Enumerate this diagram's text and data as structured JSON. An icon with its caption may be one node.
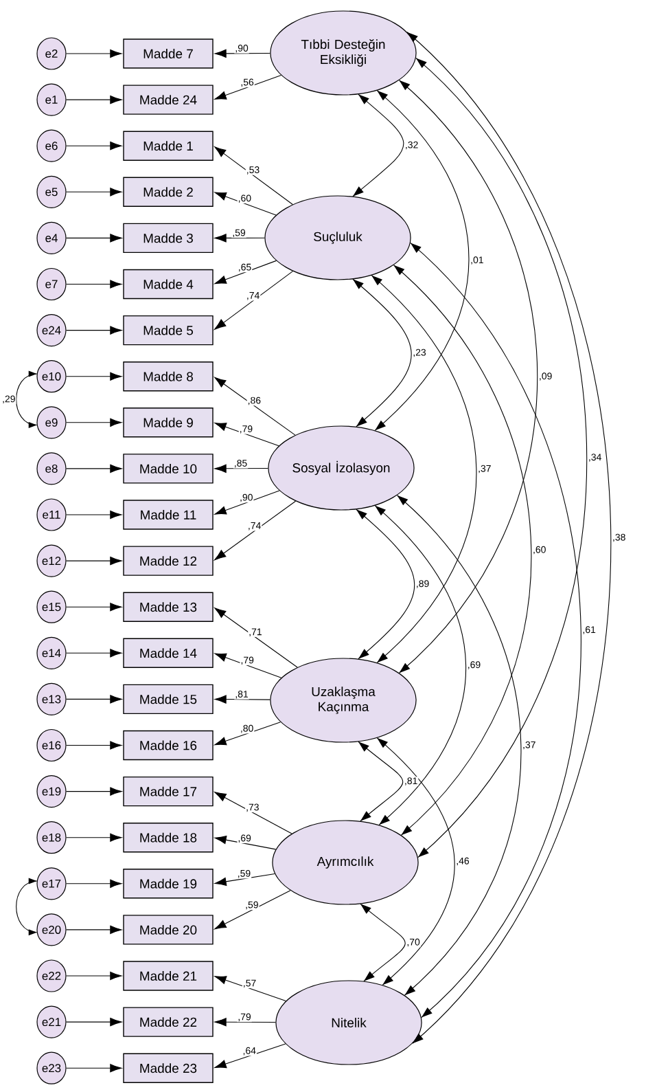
{
  "diagram": {
    "nodes": [
      {
        "text": [
          "Tıbbi Desteğin Eksikliği"
        ]
      },
      {
        "text": [
          "Suçluluk"
        ]
      },
      {
        "text": [
          "Sosyal İzolasyon"
        ]
      },
      {
        "text": [
          "Uzaklaşma Kaçınma"
        ]
      },
      {
        "text": [
          "Ayrımcılık"
        ]
      },
      {
        "text": [
          "Nitelik"
        ]
      },
      {
        "text": [
          "e2"
        ]
      },
      {
        "text": [
          "Madde 7"
        ]
      },
      {
        "text": [
          "e1"
        ]
      },
      {
        "text": [
          "Madde 24"
        ]
      },
      {
        "text": [
          "e6"
        ]
      },
      {
        "text": [
          "Madde 1"
        ]
      },
      {
        "text": [
          "e5"
        ]
      },
      {
        "text": [
          "Madde 2"
        ]
      },
      {
        "text": [
          "e4"
        ]
      },
      {
        "text": [
          "Madde 3"
        ]
      },
      {
        "text": [
          "e7"
        ]
      },
      {
        "text": [
          "Madde 4"
        ]
      },
      {
        "text": [
          "e24"
        ]
      },
      {
        "text": [
          "Madde 5"
        ]
      },
      {
        "text": [
          "e10"
        ]
      },
      {
        "text": [
          "Madde 8"
        ]
      },
      {
        "text": [
          "e9"
        ]
      },
      {
        "text": [
          "Madde 9"
        ]
      },
      {
        "text": [
          "e8"
        ]
      },
      {
        "text": [
          "Madde 10"
        ]
      },
      {
        "text": [
          "e11"
        ]
      },
      {
        "text": [
          "Madde 11"
        ]
      },
      {
        "text": [
          "e12"
        ]
      },
      {
        "text": [
          "Madde 12"
        ]
      },
      {
        "text": [
          "e15"
        ]
      },
      {
        "text": [
          "Madde 13"
        ]
      },
      {
        "text": [
          "e14"
        ]
      },
      {
        "text": [
          "Madde 14"
        ]
      },
      {
        "text": [
          "e13"
        ]
      },
      {
        "text": [
          "Madde 15"
        ]
      },
      {
        "text": [
          "e16"
        ]
      },
      {
        "text": [
          "Madde 16"
        ]
      },
      {
        "text": [
          "e19"
        ]
      },
      {
        "text": [
          "Madde 17"
        ]
      },
      {
        "text": [
          "e18"
        ]
      },
      {
        "text": [
          "Madde 18"
        ]
      },
      {
        "text": [
          "e17"
        ]
      },
      {
        "text": [
          "Madde 19"
        ]
      },
      {
        "text": [
          "e20"
        ]
      },
      {
        "text": [
          "Madde 20"
        ]
      },
      {
        "text": [
          "e22"
        ]
      },
      {
        "text": [
          "Madde 21"
        ]
      },
      {
        "text": [
          "e21"
        ]
      },
      {
        "text": [
          "Madde 22"
        ]
      },
      {
        "text": [
          "e23"
        ]
      },
      {
        "text": [
          "Madde 23"
        ]
      }
    ],
    "edges": [
      {
        "from": 6,
        "to": 7,
        "arrow": "to"
      },
      {
        "from": 8,
        "to": 9,
        "arrow": "to"
      },
      {
        "from": 10,
        "to": 11,
        "arrow": "to"
      },
      {
        "from": 12,
        "to": 13,
        "arrow": "to"
      },
      {
        "from": 14,
        "to": 15,
        "arrow": "to"
      },
      {
        "from": 16,
        "to": 17,
        "arrow": "to"
      },
      {
        "from": 18,
        "to": 19,
        "arrow": "to"
      },
      {
        "from": 20,
        "to": 21,
        "arrow": "to"
      },
      {
        "from": 22,
        "to": 23,
        "arrow": "to"
      },
      {
        "from": 24,
        "to": 25,
        "arrow": "to"
      },
      {
        "from": 26,
        "to": 27,
        "arrow": "to"
      },
      {
        "from": 28,
        "to": 29,
        "arrow": "to"
      },
      {
        "from": 30,
        "to": 31,
        "arrow": "to"
      },
      {
        "from": 32,
        "to": 33,
        "arrow": "to"
      },
      {
        "from": 34,
        "to": 35,
        "arrow": "to"
      },
      {
        "from": 36,
        "to": 37,
        "arrow": "to"
      },
      {
        "from": 38,
        "to": 39,
        "arrow": "to"
      },
      {
        "from": 40,
        "to": 41,
        "arrow": "to"
      },
      {
        "from": 42,
        "to": 43,
        "arrow": "to"
      },
      {
        "from": 44,
        "to": 45,
        "arrow": "to"
      },
      {
        "from": 46,
        "to": 47,
        "arrow": "to"
      },
      {
        "from": 48,
        "to": 49,
        "arrow": "to"
      },
      {
        "from": 50,
        "to": 51,
        "arrow": "to"
      },
      {
        "from": 0,
        "to": 7,
        "arrow": "to",
        "label": ",90"
      },
      {
        "from": 0,
        "to": 9,
        "arrow": "to",
        "label": ",56"
      },
      {
        "from": 1,
        "to": 11,
        "arrow": "to",
        "label": ",53"
      },
      {
        "from": 1,
        "to": 13,
        "arrow": "to",
        "label": ",60"
      },
      {
        "from": 1,
        "to": 15,
        "arrow": "to",
        "label": ",59"
      },
      {
        "from": 1,
        "to": 17,
        "arrow": "to",
        "label": ",65"
      },
      {
        "from": 1,
        "to": 19,
        "arrow": "to",
        "label": ",74"
      },
      {
        "from": 2,
        "to": 21,
        "arrow": "to",
        "label": ",86"
      },
      {
        "from": 2,
        "to": 23,
        "arrow": "to",
        "label": ",79"
      },
      {
        "from": 2,
        "to": 25,
        "arrow": "to",
        "label": ",85"
      },
      {
        "from": 2,
        "to": 27,
        "arrow": "to",
        "label": ",90"
      },
      {
        "from": 2,
        "to": 29,
        "arrow": "to",
        "label": ",74"
      },
      {
        "from": 3,
        "to": 31,
        "arrow": "to",
        "label": ",71"
      },
      {
        "from": 3,
        "to": 33,
        "arrow": "to",
        "label": ",79"
      },
      {
        "from": 3,
        "to": 35,
        "arrow": "to",
        "label": ",81"
      },
      {
        "from": 3,
        "to": 37,
        "arrow": "to",
        "label": ",80"
      },
      {
        "from": 4,
        "to": 39,
        "arrow": "to",
        "label": ",73"
      },
      {
        "from": 4,
        "to": 41,
        "arrow": "to",
        "label": ",69"
      },
      {
        "from": 4,
        "to": 43,
        "arrow": "to",
        "label": ",59"
      },
      {
        "from": 4,
        "to": 45,
        "arrow": "to",
        "label": ",59"
      },
      {
        "from": 5,
        "to": 47,
        "arrow": "to",
        "label": ",57"
      },
      {
        "from": 5,
        "to": 49,
        "arrow": "to",
        "label": ",79"
      },
      {
        "from": 5,
        "to": 51,
        "arrow": "to",
        "label": ",64"
      },
      {
        "from": 0,
        "to": 1,
        "arrow": "both",
        "label": ",32"
      },
      {
        "from": 0,
        "to": 2,
        "arrow": "both",
        "label": ",01"
      },
      {
        "from": 0,
        "to": 3,
        "arrow": "both",
        "label": ",09"
      },
      {
        "from": 0,
        "to": 4,
        "arrow": "both",
        "label": ",34"
      },
      {
        "from": 0,
        "to": 5,
        "arrow": "both",
        "label": ",38"
      },
      {
        "from": 1,
        "to": 2,
        "arrow": "both",
        "label": ",23"
      },
      {
        "from": 1,
        "to": 3,
        "arrow": "both",
        "label": ",37"
      },
      {
        "from": 1,
        "to": 4,
        "arrow": "both",
        "label": ",60"
      },
      {
        "from": 1,
        "to": 5,
        "arrow": "both",
        "label": ",61"
      },
      {
        "from": 2,
        "to": 3,
        "arrow": "both",
        "label": ",89"
      },
      {
        "from": 2,
        "to": 4,
        "arrow": "both",
        "label": ",69"
      },
      {
        "from": 2,
        "to": 5,
        "arrow": "both",
        "label": ",37"
      },
      {
        "from": 3,
        "to": 4,
        "arrow": "both",
        "label": ",81"
      },
      {
        "from": 3,
        "to": 5,
        "arrow": "both",
        "label": ",46"
      },
      {
        "from": 4,
        "to": 5,
        "arrow": "both",
        "label": ",70"
      },
      {
        "from": 20,
        "to": 22,
        "arrow": "both",
        "label": ",29"
      },
      {
        "from": 42,
        "to": 44,
        "arrow": "both"
      }
    ]
  }
}
